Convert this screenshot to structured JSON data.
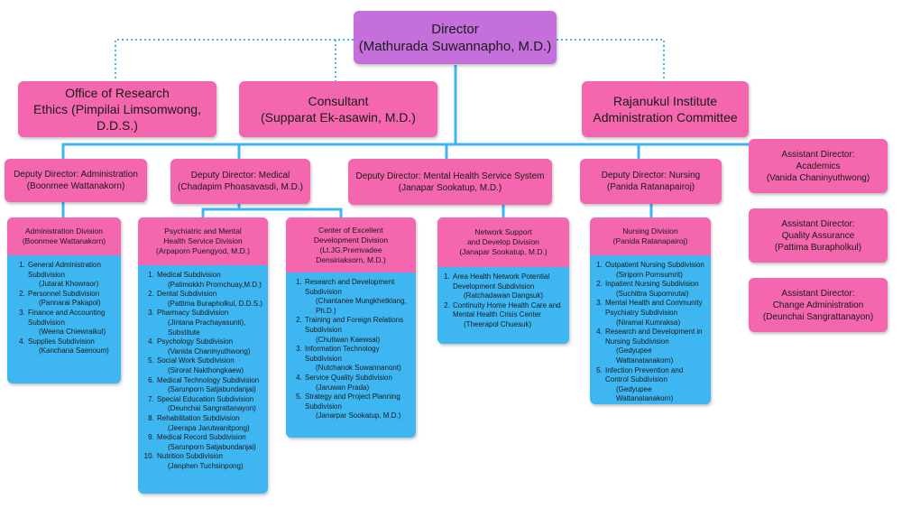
{
  "director": {
    "title": "Director",
    "name": "(Mathurada Suwannapho, M.D.)"
  },
  "advisory": [
    {
      "line1": "Office of Research",
      "line2": "Ethics (Pimpilai Limsomwong, D.D.S.)"
    },
    {
      "line1": "Consultant",
      "line2": "(Supparat Ek-asawin, M.D.)"
    },
    {
      "line1": "Rajanukul Institute",
      "line2": "Administration Committee"
    }
  ],
  "deputies": [
    {
      "line1": "Deputy Director: Administration",
      "line2": "(Boonmee Wattanakorn)"
    },
    {
      "line1": "Deputy Director: Medical",
      "line2": "(Chadapim Phoasavasdi, M.D.)"
    },
    {
      "line1": "Deputy Director: Mental Health Service System",
      "line2": "(Janapar Sookatup, M.D.)"
    },
    {
      "line1": "Deputy Director: Nursing",
      "line2": "(Panida Ratanapairoj)"
    }
  ],
  "assistants": [
    {
      "line1": "Assistant Director:",
      "line2": "Academics",
      "line3": "(Vanida Chaninyuthwong)"
    },
    {
      "line1": "Assistant Director:",
      "line2": "Quality Assurance",
      "line3": "(Pattima Burapholkul)"
    },
    {
      "line1": "Assistant Director:",
      "line2": "Change Administration",
      "line3": "(Deunchai Sangrattanayon)"
    }
  ],
  "divisions": [
    {
      "head": [
        "Administration Division",
        "(Boonmee Wattanakorn)"
      ],
      "items": [
        {
          "main": "General Administration Subdivision",
          "sub": "(Jutarat Khowraor)"
        },
        {
          "main": "Personnel Subdivision",
          "sub": "(Pannarai  Pakapol)"
        },
        {
          "main": "Finance and Accounting Subdivision",
          "sub": "(Weena Chiewraikul)"
        },
        {
          "main": "Supplies Subdivision",
          "sub": "(Kanchana Saenoum)"
        }
      ]
    },
    {
      "head": [
        "Psychiatric and Mental",
        "Health Service Division",
        "(Arpaporn Puengyod, M.D.)"
      ],
      "items": [
        {
          "main": "Medical Subdivision",
          "sub": "(Patimokkh Promchuay,M.D.)"
        },
        {
          "main": "Dental Subdivision",
          "sub": "(Pattima Burapholkul, D.D.S.)"
        },
        {
          "main": "Pharmacy Subdivision",
          "sub": "(Jintana Prachayasunti), Substitute"
        },
        {
          "main": "Psychology Subdivision",
          "sub": "(Vanida Chaninyuthwong)"
        },
        {
          "main": "Social Work Subdivision",
          "sub": "(Sirorat Nakthongkaew)"
        },
        {
          "main": "Medical Technology Subdivision",
          "sub": "(Sarunporn Satjabundanjai)"
        },
        {
          "main": "Special Education Subdivision",
          "sub": "(Deunchai Sangrattanayon)"
        },
        {
          "main": "Rehabilitation Subdivision",
          "sub": "(Jeerapa Jarutwanitpong)"
        },
        {
          "main": "Medical Record Subdivision",
          "sub": "(Sarunporn Satjabundanjai)"
        },
        {
          "main": "Nutrition Subdivision",
          "sub": "(Janphen Tuchsinpong)"
        }
      ]
    },
    {
      "head": [
        "Center of Excellent",
        "Development Division",
        "(Lt.JG.Premvadee",
        "Densiriaksorn, M.D.)"
      ],
      "items": [
        {
          "main": "Research and Development Subdivision",
          "sub": "(Chantanee Mungkhetklang, Ph.D.)"
        },
        {
          "main": "Training and Foreign Relations Subdivision",
          "sub": "(Chutiwan Kaewsai)"
        },
        {
          "main": "Information Technology Subdivision",
          "sub": "(Nutchanok Suwannanont)"
        },
        {
          "main": "Service Quality Subdivision",
          "sub": "(Jaruwan Prada)"
        },
        {
          "main": "Strategy and Project Planning Subdivision",
          "sub": "(Janarpar Sookatup, M.D.)"
        }
      ]
    },
    {
      "head": [
        "Network Support",
        "and Develop Division",
        "(Janapar Sookatup, M.D.)"
      ],
      "items": [
        {
          "main": "Area Health Network Potential Development Subdivision",
          "sub": "(Ratchadawan Dangsuk)"
        },
        {
          "main": "Continuity Home Health Care and Mental Health Crisis Center",
          "sub": "(Theerapol Chuesuk)"
        }
      ]
    },
    {
      "head": [
        "Nursing Division",
        "(Panida Ratanapairoj)"
      ],
      "items": [
        {
          "main": "Outpatient Nursing Subdivision",
          "sub": "(Siriporn Pornsumrit)"
        },
        {
          "main": "Inpatient Nursing Subdivision",
          "sub": "(Suchittra  Supornrutai)"
        },
        {
          "main": "Mental Health and Community Psychiatry Subdivision",
          "sub": "(Niramai Kumraksa)"
        },
        {
          "main": "Research and Development in Nursing Subdivision",
          "sub": "(Gedyupee Wattanatanakorn)"
        },
        {
          "main": "Infection Prevention and Control Subdivision",
          "sub": "(Gedyupee Wattanatanakorn)"
        }
      ]
    }
  ]
}
